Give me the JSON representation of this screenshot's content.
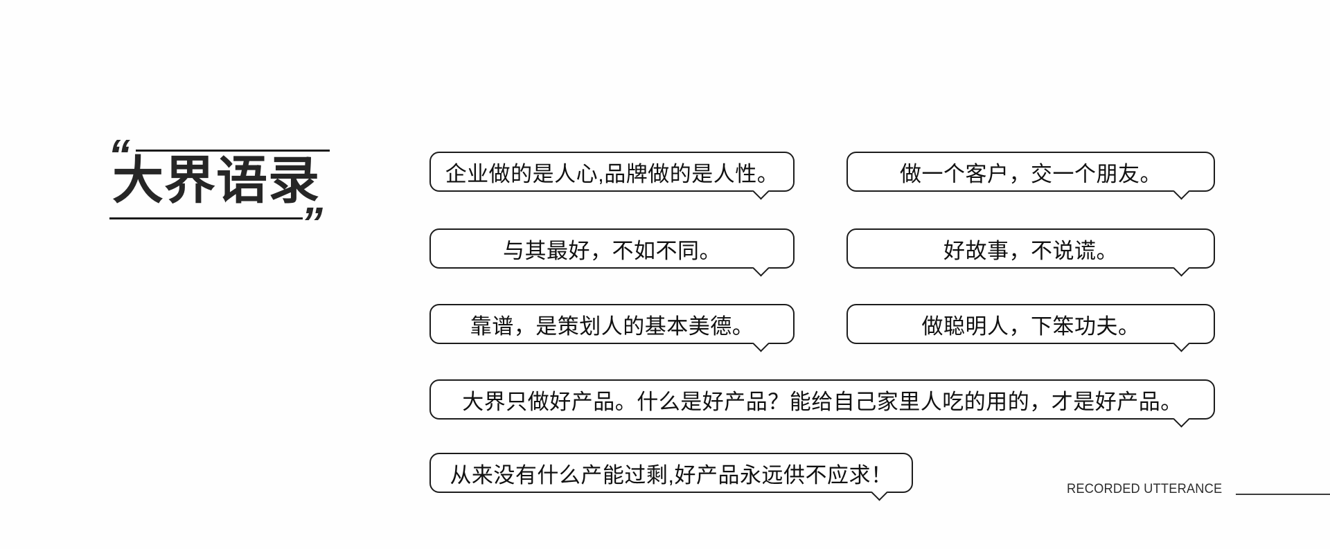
{
  "title": {
    "open_quote": "“",
    "close_quote": "”",
    "text": "大界语录"
  },
  "quotes": [
    {
      "text": "企业做的是人心,品牌做的是人性。"
    },
    {
      "text": "做一个客户，交一个朋友。"
    },
    {
      "text": "与其最好，不如不同。"
    },
    {
      "text": "好故事，不说谎。"
    },
    {
      "text": "靠谱，是策划人的基本美德。"
    },
    {
      "text": "做聪明人，下笨功夫。"
    },
    {
      "text": "大界只做好产品。什么是好产品？能给自己家里人吃的用的，才是好产品。"
    },
    {
      "text": "从来没有什么产能过剩,好产品永远供不应求！"
    }
  ],
  "footer": {
    "label": "RECORDED UTTERANCE"
  },
  "colors": {
    "ink": "#1c1c1c",
    "title": "#262626",
    "background": "#ffffff"
  }
}
